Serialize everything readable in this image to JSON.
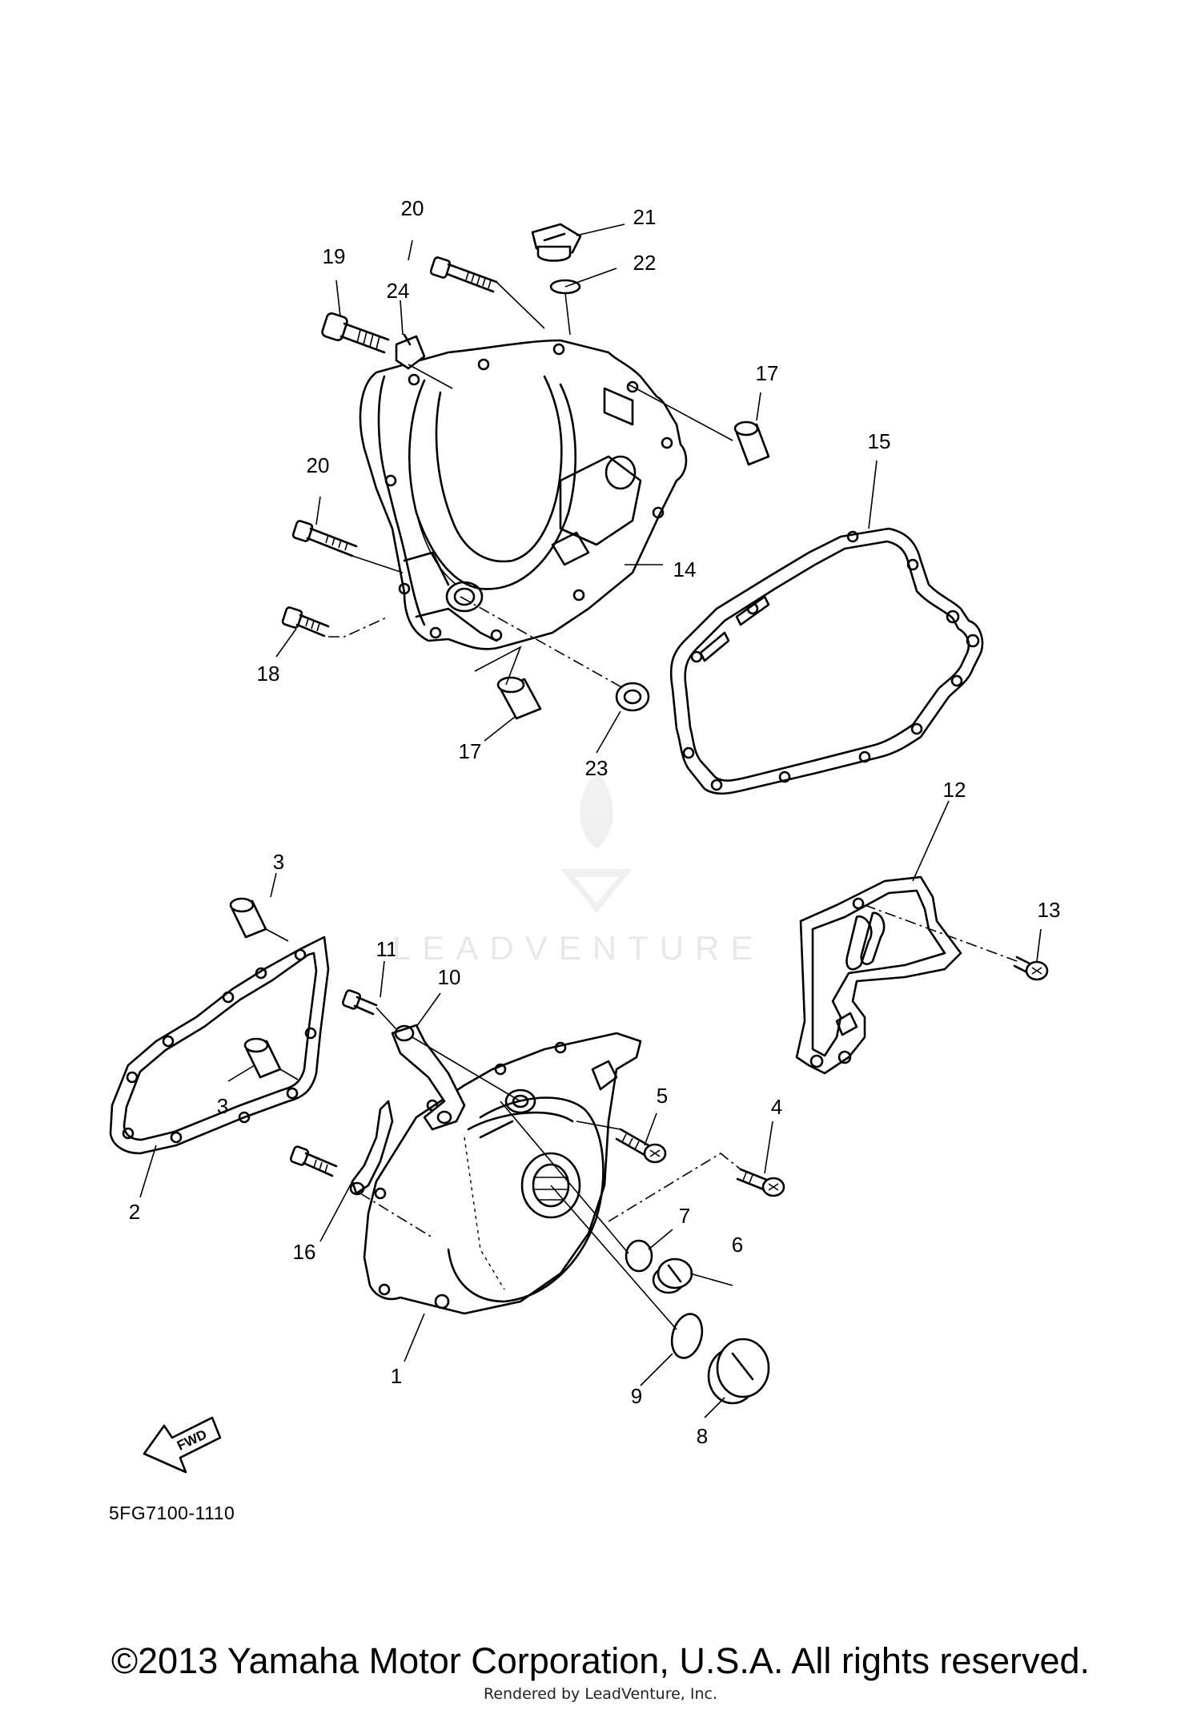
{
  "diagram": {
    "reference_code": "5FG7100-1110",
    "copyright": "©2013 Yamaha Motor Corporation, U.S.A. All rights reserved.",
    "rendered_by": "Rendered by LeadVenture, Inc.",
    "watermark": "LEADVENTURE",
    "fwd_arrow_text": "FWD",
    "callouts": [
      "1",
      "2",
      "3",
      "3",
      "4",
      "5",
      "6",
      "7",
      "8",
      "9",
      "10",
      "11",
      "12",
      "13",
      "14",
      "15",
      "16",
      "17",
      "17",
      "18",
      "19",
      "20",
      "20",
      "21",
      "22",
      "23",
      "24"
    ]
  }
}
